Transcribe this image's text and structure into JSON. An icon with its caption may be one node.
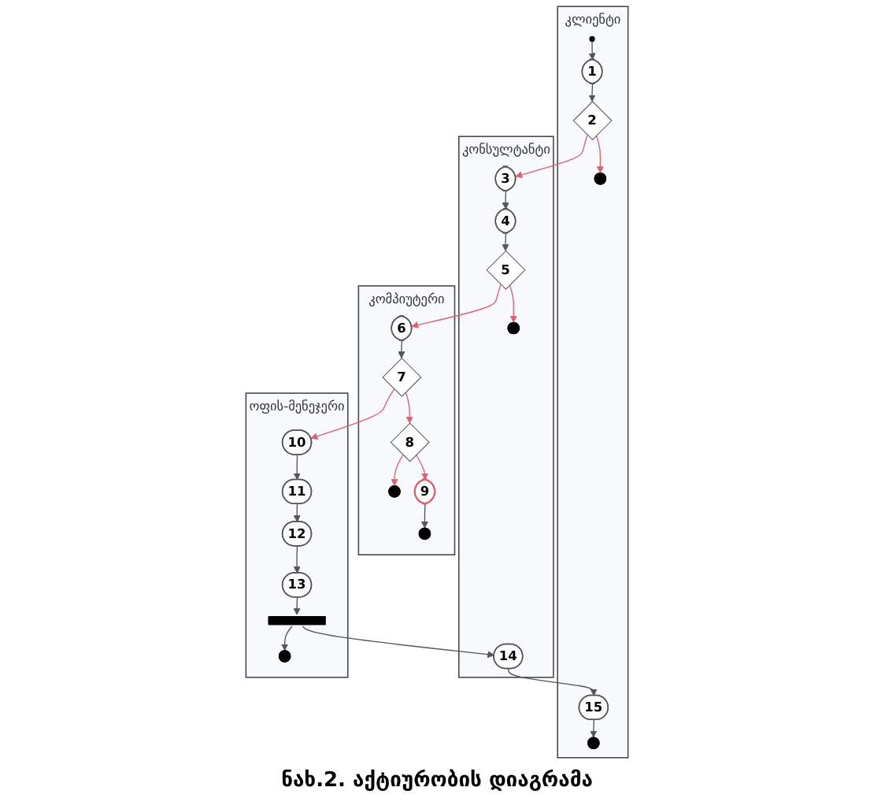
{
  "diagram": {
    "caption": "ნახ.2. აქტიურობის დიაგრამა",
    "nodes": [
      {
        "text": [
          "კლიენტი"
        ]
      },
      {
        "text": [
          "კონსულტანტი"
        ]
      },
      {
        "text": [
          "კომპიუტერი"
        ]
      },
      {
        "text": [
          "ოფის-მენეჯერი"
        ]
      },
      {
        "text": [],
        "shape": "circle",
        "in": 0
      },
      {
        "text": [
          "1"
        ],
        "in": 0
      },
      {
        "text": [
          "2"
        ],
        "in": 0
      },
      {
        "text": [],
        "shape": "circle",
        "in": 0
      },
      {
        "text": [
          "15"
        ],
        "in": 0
      },
      {
        "text": [],
        "shape": "circle",
        "in": 0
      },
      {
        "text": [
          "3"
        ],
        "in": 1
      },
      {
        "text": [
          "4"
        ],
        "in": 1
      },
      {
        "text": [
          "5"
        ],
        "in": 1
      },
      {
        "text": [],
        "shape": "circle",
        "in": 1
      },
      {
        "text": [
          "14"
        ],
        "in": 1
      },
      {
        "text": [
          "6"
        ],
        "in": 2
      },
      {
        "text": [
          "7"
        ],
        "in": 2
      },
      {
        "text": [
          "8"
        ],
        "in": 2
      },
      {
        "text": [],
        "shape": "circle",
        "in": 2
      },
      {
        "text": [
          "9"
        ],
        "in": 2
      },
      {
        "text": [],
        "shape": "circle",
        "in": 2
      },
      {
        "text": [
          "10"
        ],
        "in": 3
      },
      {
        "text": [
          "11"
        ],
        "in": 3
      },
      {
        "text": [
          "12"
        ],
        "in": 3
      },
      {
        "text": [
          "13"
        ],
        "in": 3
      },
      {
        "text": [],
        "shape": "bar",
        "in": 3
      },
      {
        "text": [],
        "shape": "circle",
        "in": 3
      }
    ],
    "edges": [
      {
        "from": 4,
        "to": 5,
        "arrow": "to"
      },
      {
        "from": 5,
        "to": 6,
        "arrow": "to"
      },
      {
        "from": 6,
        "to": 7,
        "arrow": "to",
        "color": "#e06070"
      },
      {
        "from": 6,
        "to": 10,
        "arrow": "to",
        "color": "#e06070"
      },
      {
        "from": 10,
        "to": 11,
        "arrow": "to"
      },
      {
        "from": 11,
        "to": 12,
        "arrow": "to"
      },
      {
        "from": 12,
        "to": 13,
        "arrow": "to",
        "color": "#e06070"
      },
      {
        "from": 12,
        "to": 15,
        "arrow": "to",
        "color": "#e06070"
      },
      {
        "from": 15,
        "to": 16,
        "arrow": "to"
      },
      {
        "from": 16,
        "to": 21,
        "arrow": "to",
        "color": "#e06070"
      },
      {
        "from": 16,
        "to": 17,
        "arrow": "to",
        "color": "#e06070"
      },
      {
        "from": 17,
        "to": 18,
        "arrow": "to",
        "color": "#e06070"
      },
      {
        "from": 17,
        "to": 19,
        "arrow": "to",
        "color": "#e06070"
      },
      {
        "from": 19,
        "to": 20,
        "arrow": "to"
      },
      {
        "from": 21,
        "to": 22,
        "arrow": "to"
      },
      {
        "from": 22,
        "to": 23,
        "arrow": "to"
      },
      {
        "from": 23,
        "to": 24,
        "arrow": "to"
      },
      {
        "from": 24,
        "to": 25,
        "arrow": "to"
      },
      {
        "from": 25,
        "to": 14,
        "arrow": "to"
      },
      {
        "from": 25,
        "to": 26,
        "arrow": "to"
      },
      {
        "from": 14,
        "to": 8,
        "arrow": "to"
      },
      {
        "from": 8,
        "to": 9,
        "arrow": "to"
      }
    ]
  }
}
